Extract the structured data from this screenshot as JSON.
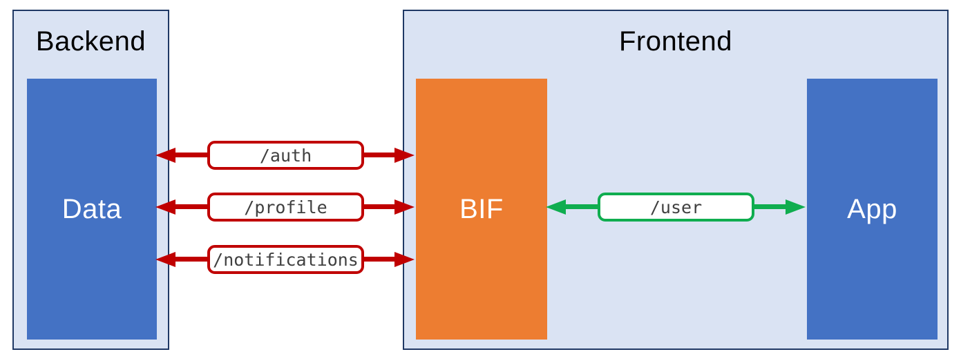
{
  "backend": {
    "title": "Backend",
    "node_label": "Data"
  },
  "frontend": {
    "title": "Frontend",
    "bif_label": "BIF",
    "app_label": "App"
  },
  "connections": {
    "auth": {
      "label": "/auth",
      "color": "#c00000"
    },
    "profile": {
      "label": "/profile",
      "color": "#c00000"
    },
    "notifications": {
      "label": "/notifications",
      "color": "#c00000"
    },
    "user": {
      "label": "/user",
      "color": "#0fad4f"
    }
  },
  "colors": {
    "container_fill": "#dae3f3",
    "container_border": "#1f3864",
    "blue_node": "#4472c4",
    "orange_node": "#ed7d31",
    "red_arrow": "#c00000",
    "green_arrow": "#0fad4f",
    "label_text": "#404040",
    "node_text": "#ffffff",
    "background": "#ffffff"
  }
}
